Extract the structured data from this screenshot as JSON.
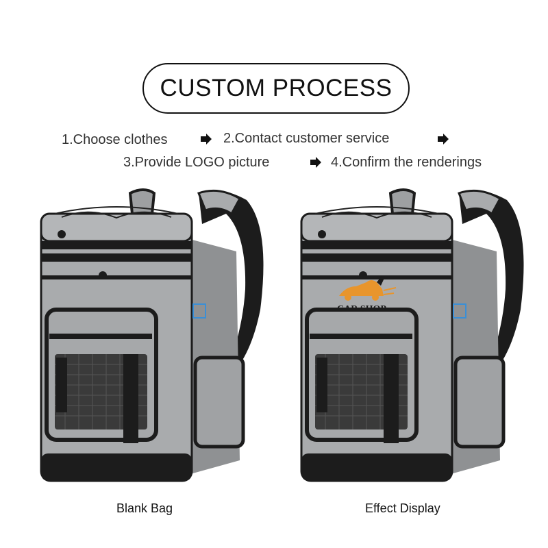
{
  "header": {
    "title": "CUSTOM PROCESS"
  },
  "steps": [
    {
      "label": "1.Choose clothes"
    },
    {
      "label": "2.Contact customer service"
    },
    {
      "label": "3.Provide LOGO picture"
    },
    {
      "label": "4.Confirm the renderings"
    }
  ],
  "arrows": [
    {
      "icon": "arrow-right-icon"
    },
    {
      "icon": "arrow-right-icon"
    },
    {
      "icon": "arrow-right-icon"
    }
  ],
  "products": [
    {
      "caption": "Blank Bag"
    },
    {
      "caption": "Effect Display",
      "logo_text": "CAR SHOP"
    }
  ],
  "colors": {
    "bag_gray": "#a9abad",
    "bag_dark": "#1c1c1c",
    "logo_orange": "#e8952c",
    "accent_blue": "#3b8fd6"
  }
}
